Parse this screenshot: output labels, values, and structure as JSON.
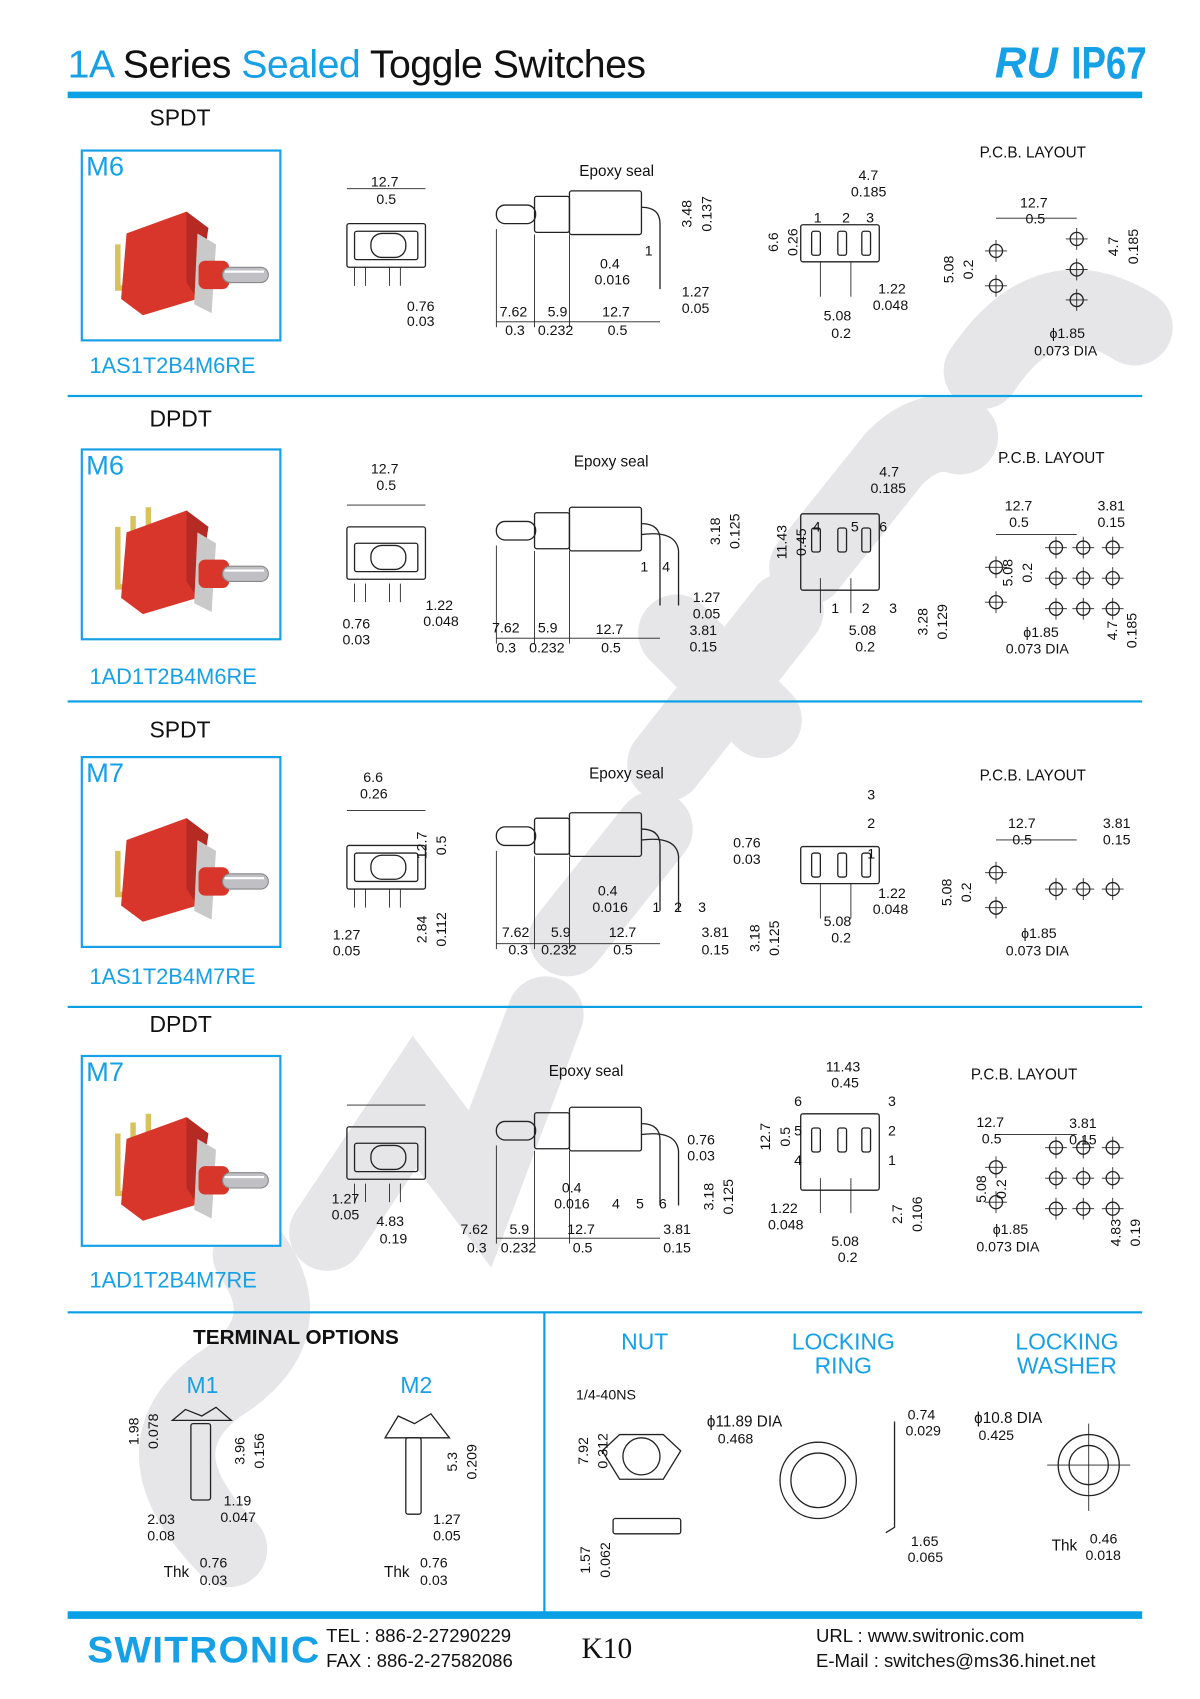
{
  "watermark": "switronic",
  "header": {
    "title_1": "1A",
    "title_2": " Series ",
    "title_3": "Sealed",
    "title_4": " Toggle Switches",
    "ul_mark": "RU",
    "rating": "IP67"
  },
  "colors": {
    "accent": "#0aa0e6",
    "text": "#111111",
    "watermark": "#e6e6e8"
  },
  "sections": [
    {
      "type": "SPDT",
      "model": "M6",
      "part_number": "1AS1T2B4M6RE",
      "dims": [
        "12.7",
        "0.5",
        "0.76",
        "0.03",
        "Epoxy seal",
        "3.48",
        "0.137",
        "0.4",
        "0.016",
        "1",
        "1.27",
        "0.05",
        "7.62",
        "5.9",
        "12.7",
        "0.3",
        "0.232",
        "0.5",
        "4.7",
        "0.185",
        "1",
        "2",
        "3",
        "6.6",
        "0.26",
        "1.22",
        "0.048",
        "5.08",
        "0.2",
        "P.C.B. LAYOUT",
        "12.7",
        "0.5",
        "5.08",
        "0.2",
        "4.7",
        "0.185",
        "ϕ1.85",
        "0.073 DIA"
      ]
    },
    {
      "type": "DPDT",
      "model": "M6",
      "part_number": "1AD1T2B4M6RE",
      "dims": [
        "12.7",
        "0.5",
        "0.76",
        "0.03",
        "1.22",
        "0.048",
        "Epoxy seal",
        "3.18",
        "0.125",
        "1",
        "4",
        "1.27",
        "0.05",
        "3.81",
        "0.15",
        "7.62",
        "5.9",
        "12.7",
        "0.3",
        "0.232",
        "0.5",
        "4.7",
        "0.185",
        "11.43",
        "0.45",
        "4",
        "5",
        "6",
        "1",
        "2",
        "3",
        "5.08",
        "0.2",
        "3.28",
        "0.129",
        "P.C.B. LAYOUT",
        "12.7",
        "0.5",
        "3.81",
        "0.15",
        "5.08",
        "0.2",
        "ϕ1.85",
        "0.073  DIA",
        "4.7",
        "0.185"
      ]
    },
    {
      "type": "SPDT",
      "model": "M7",
      "part_number": "1AS1T2B4M7RE",
      "dims": [
        "6.6",
        "0.26",
        "12.7",
        "0.5",
        "1.27",
        "0.05",
        "2.84",
        "0.112",
        "Epoxy seal",
        "0.76",
        "0.03",
        "0.4",
        "0.016",
        "1",
        "2",
        "3",
        "7.62",
        "5.9",
        "12.7",
        "0.3",
        "0.232",
        "0.5",
        "3.81",
        "0.15",
        "3.18",
        "0.125",
        "3",
        "2",
        "1",
        "1.22",
        "0.048",
        "5.08",
        "0.2",
        "P.C.B. LAYOUT",
        "12.7",
        "0.5",
        "3.81",
        "0.15",
        "5.08",
        "0.2",
        "ϕ1.85",
        "0.073  DIA"
      ]
    },
    {
      "type": "DPDT",
      "model": "M7",
      "part_number": "1AD1T2B4M7RE",
      "dims": [
        "1.27",
        "0.05",
        "4.83",
        "0.19",
        "Epoxy seal",
        "0.76",
        "0.03",
        "0.4",
        "0.016",
        "4",
        "5",
        "6",
        "3.18",
        "0.125",
        "7.62",
        "5.9",
        "12.7",
        "0.3",
        "0.232",
        "0.5",
        "3.81",
        "0.15",
        "11.43",
        "0.45",
        "6",
        "5",
        "4",
        "3",
        "2",
        "1",
        "12.7",
        "0.5",
        "1.22",
        "0.048",
        "5.08",
        "0.2",
        "2.7",
        "0.106",
        "P.C.B. LAYOUT",
        "12.7",
        "0.5",
        "3.81",
        "0.15",
        "5.08",
        "0.2",
        "ϕ1.85",
        "0.073  DIA",
        "4.83",
        "0.19"
      ]
    }
  ],
  "terminal_options": {
    "title": "TERMINAL OPTIONS",
    "m1": {
      "label": "M1",
      "dims": [
        "1.98",
        "0.078",
        "3.96",
        "0.156",
        "1.19",
        "0.047",
        "2.03",
        "0.08",
        "Thk",
        "0.76",
        "0.03"
      ]
    },
    "m2": {
      "label": "M2",
      "dims": [
        "5.3",
        "0.209",
        "1.27",
        "0.05",
        "Thk",
        "0.76",
        "0.03"
      ]
    }
  },
  "accessories": {
    "nut": {
      "title": "NUT",
      "dims": [
        "1/4-40NS",
        "7.92",
        "0.312",
        "1.57",
        "0.062"
      ]
    },
    "locking_ring": {
      "title_1": "LOCKING",
      "title_2": "RING",
      "dims": [
        "ϕ11.89 DIA",
        "0.468",
        "0.74",
        "0.029",
        "1.65",
        "0.065"
      ]
    },
    "locking_washer": {
      "title_1": "LOCKING",
      "title_2": "WASHER",
      "dims": [
        "ϕ10.8  DIA",
        "0.425",
        "Thk",
        "0.46",
        "0.018"
      ]
    }
  },
  "footer": {
    "brand": "SWITRONIC",
    "tel": "TEL : 886-2-27290229",
    "fax": "FAX : 886-2-27582086",
    "page_code": "K10",
    "url": "URL    : www.switronic.com",
    "email": "E-Mail : switches@ms36.hinet.net"
  }
}
